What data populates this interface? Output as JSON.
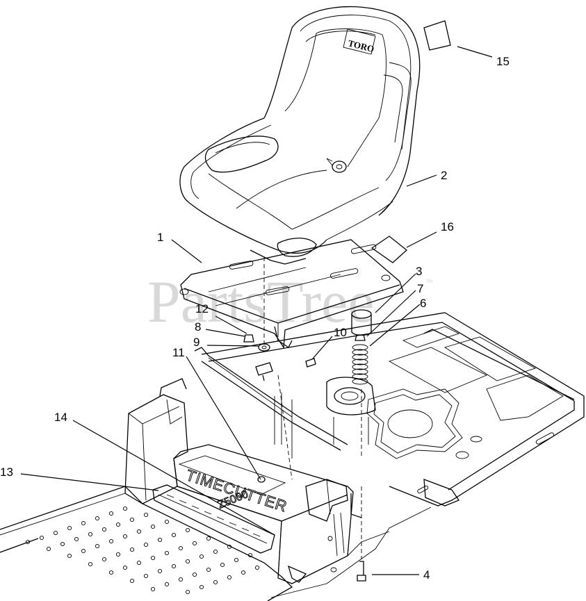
{
  "watermark": {
    "text": "PartsTree",
    "tm": "™"
  },
  "seat_logo": "TORO",
  "decal": {
    "brand": "TIMECUTTER",
    "model": "Z5000"
  },
  "callouts": [
    {
      "id": "1",
      "label": "1"
    },
    {
      "id": "2",
      "label": "2"
    },
    {
      "id": "3",
      "label": "3"
    },
    {
      "id": "4",
      "label": "4"
    },
    {
      "id": "6",
      "label": "6"
    },
    {
      "id": "7",
      "label": "7"
    },
    {
      "id": "8",
      "label": "8"
    },
    {
      "id": "9",
      "label": "9"
    },
    {
      "id": "10",
      "label": "10"
    },
    {
      "id": "11",
      "label": "11"
    },
    {
      "id": "12",
      "label": "12"
    },
    {
      "id": "13",
      "label": "13"
    },
    {
      "id": "14",
      "label": "14"
    },
    {
      "id": "15",
      "label": "15"
    },
    {
      "id": "16",
      "label": "16"
    }
  ]
}
